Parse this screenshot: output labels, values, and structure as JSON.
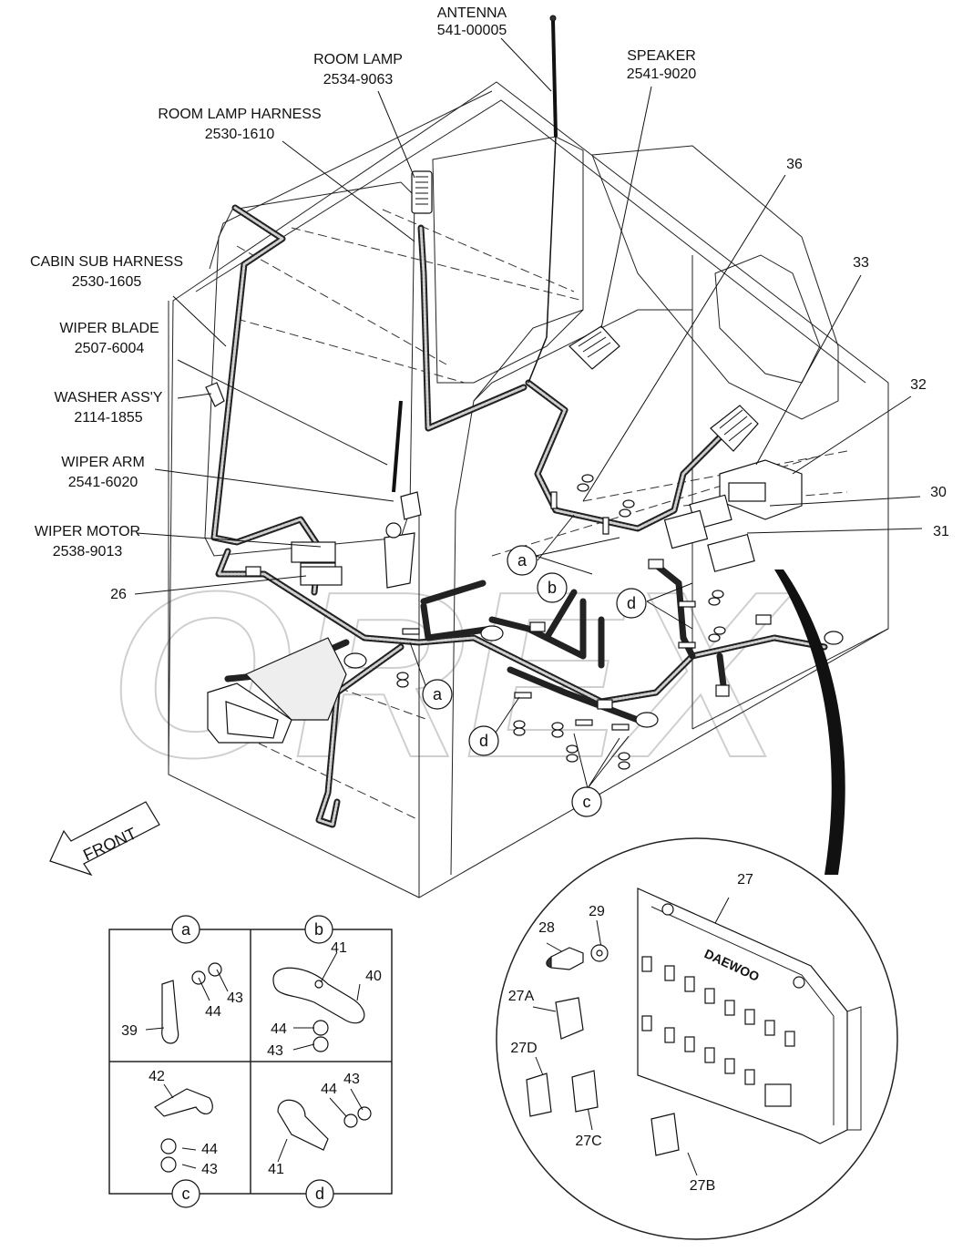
{
  "labels": {
    "antenna": "ANTENNA",
    "antenna_pn": "541-00005",
    "room_lamp": "ROOM LAMP",
    "room_lamp_pn": "2534-9063",
    "room_lamp_harness": "ROOM LAMP HARNESS",
    "room_lamp_harness_pn": "2530-1610",
    "speaker": "SPEAKER",
    "speaker_pn": "2541-9020",
    "cabin_sub_harness": "CABIN SUB HARNESS",
    "cabin_sub_harness_pn": "2530-1605",
    "wiper_blade": "WIPER BLADE",
    "wiper_blade_pn": "2507-6004",
    "washer_assy": "WASHER ASS'Y",
    "washer_assy_pn": "2114-1855",
    "wiper_arm": "WIPER ARM",
    "wiper_arm_pn": "2541-6020",
    "wiper_motor": "WIPER MOTOR",
    "wiper_motor_pn": "2538-9013",
    "front": "FRONT",
    "brand": "DAEWOO",
    "watermark": "OREX"
  },
  "numbers": {
    "n26": "26",
    "n27": "27",
    "n27a": "27A",
    "n27b": "27B",
    "n27c": "27C",
    "n27d": "27D",
    "n28": "28",
    "n29": "29",
    "n30": "30",
    "n31": "31",
    "n32": "32",
    "n33": "33",
    "n36": "36",
    "n39": "39",
    "n40": "40",
    "n41": "41",
    "n42": "42",
    "n43": "43",
    "n44": "44"
  },
  "callouts": {
    "a": "a",
    "b": "b",
    "c": "c",
    "d": "d"
  }
}
